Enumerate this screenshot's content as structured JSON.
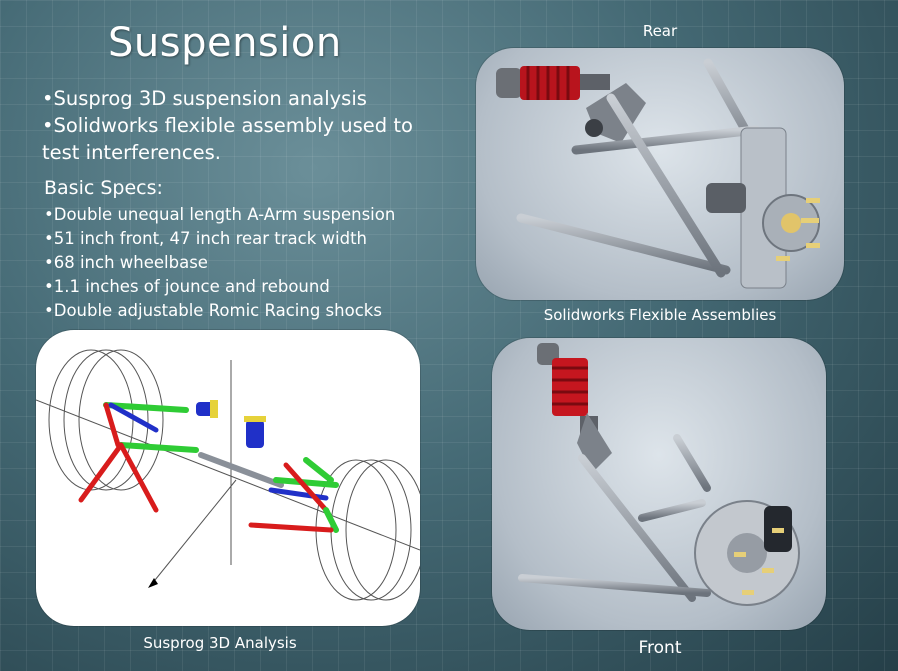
{
  "slide": {
    "title": "Suspension",
    "bullets": [
      "•Susprog 3D suspension analysis",
      "•Solidworks flexible assembly used to test interferences."
    ],
    "specs_heading": "Basic Specs:",
    "specs": [
      "•Double unequal length A-Arm suspension",
      "•51 inch front, 47 inch rear track width",
      "•68 inch wheelbase",
      "•1.1 inches of jounce and rebound",
      "•Double adjustable Romic Racing shocks"
    ],
    "captions": {
      "rear": "Rear",
      "flexible": "Solidworks Flexible Assemblies",
      "susprog": "Susprog 3D Analysis",
      "front": "Front"
    }
  },
  "colors": {
    "spring": "#d41f2a",
    "arm_green": "#2fcc35",
    "arm_red": "#d81c1c",
    "arm_blue": "#2030c8",
    "metal": "#8a9099"
  }
}
